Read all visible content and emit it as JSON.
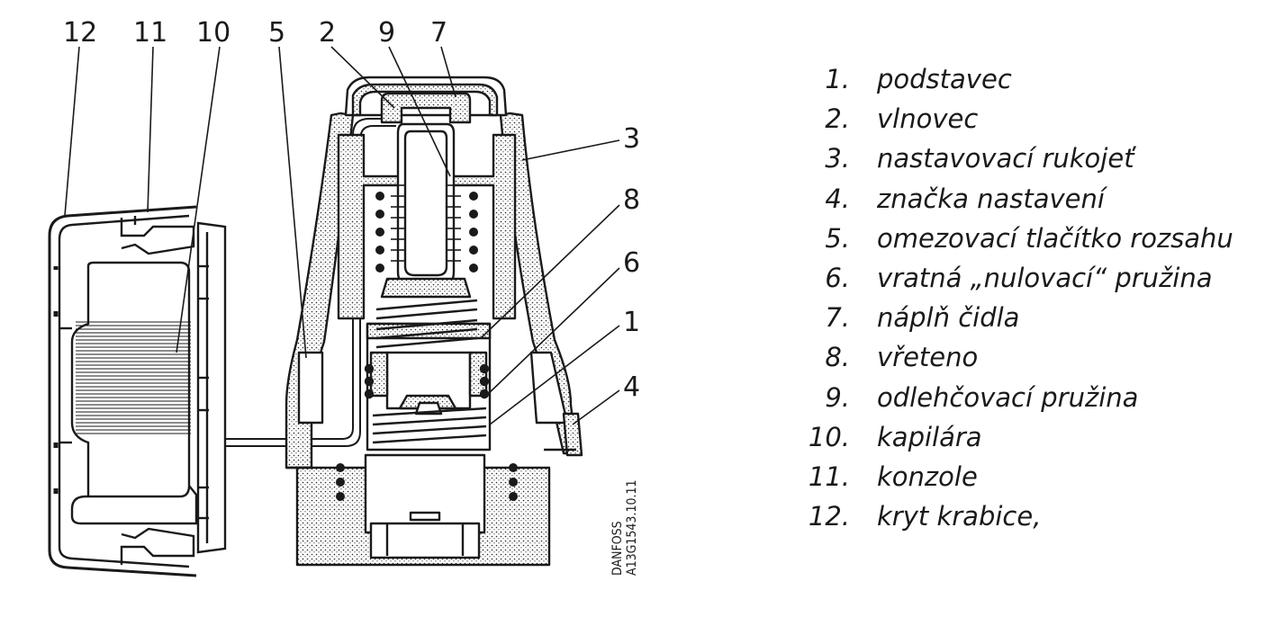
{
  "callouts": {
    "c12": "12",
    "c11": "11",
    "c10": "10",
    "c5": "5",
    "c2": "2",
    "c9": "9",
    "c7": "7",
    "c3": "3",
    "c8": "8",
    "c6": "6",
    "c1": "1",
    "c4": "4"
  },
  "drawing_code": {
    "brand": "DANFOSS",
    "number": "A13G1543.10.11"
  },
  "legend": [
    {
      "num": "1.",
      "label": "podstavec"
    },
    {
      "num": "2.",
      "label": "vlnovec"
    },
    {
      "num": "3.",
      "label": "nastavovací rukojeť"
    },
    {
      "num": "4.",
      "label": "značka nastavení"
    },
    {
      "num": "5.",
      "label": "omezovací tlačítko rozsahu"
    },
    {
      "num": "6.",
      "label": "vratná „nulovací“ pružina"
    },
    {
      "num": "7.",
      "label": "náplň čidla"
    },
    {
      "num": "8.",
      "label": "vřeteno"
    },
    {
      "num": "9.",
      "label": "odlehčovací pružina"
    },
    {
      "num": "10.",
      "label": "kapilára"
    },
    {
      "num": "11.",
      "label": "konzole"
    },
    {
      "num": "12.",
      "label": "kryt krabice,"
    }
  ]
}
